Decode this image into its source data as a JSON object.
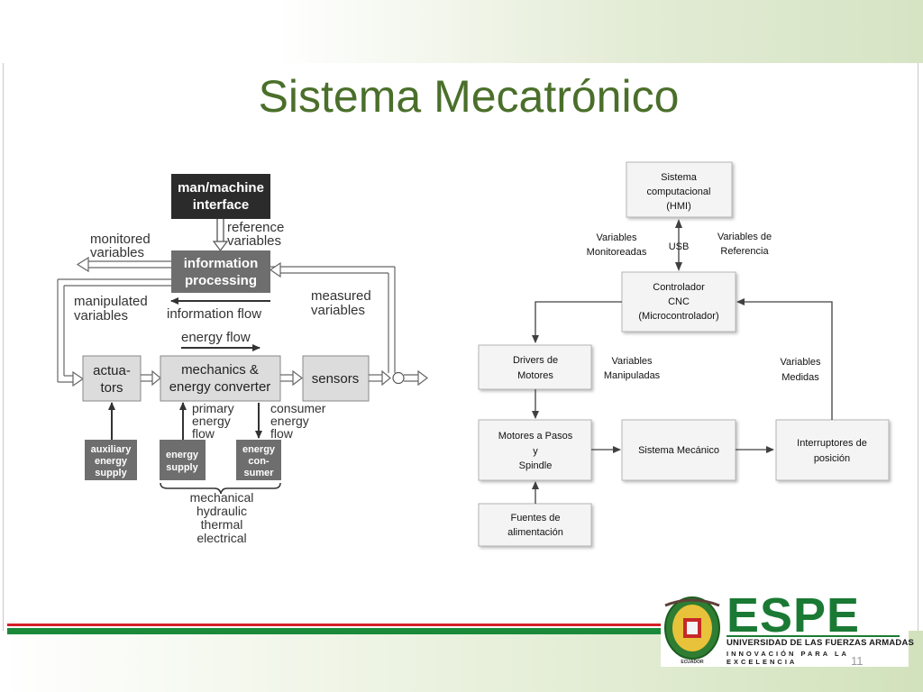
{
  "slide": {
    "title": "Sistema Mecatrónico",
    "page_number": "11"
  },
  "left_diagram": {
    "man_machine": [
      "man/machine",
      "interface"
    ],
    "reference": [
      "reference",
      "variables"
    ],
    "monitored": [
      "monitored",
      "variables"
    ],
    "info_processing": [
      "information",
      "processing"
    ],
    "manipulated": [
      "manipulated",
      "variables"
    ],
    "information_flow": "information flow",
    "measured": [
      "measured",
      "variables"
    ],
    "energy_flow": "energy flow",
    "actuators": [
      "actua-",
      "tors"
    ],
    "mechanics": [
      "mechanics &",
      "energy converter"
    ],
    "sensors": "sensors",
    "primary": [
      "primary",
      "energy",
      "flow"
    ],
    "consumer": [
      "consumer",
      "energy",
      "flow"
    ],
    "auxiliary": [
      "auxiliary",
      "energy",
      "supply"
    ],
    "energy_supply": [
      "energy",
      "supply"
    ],
    "energy_consumer": [
      "energy",
      "con-",
      "sumer"
    ],
    "domains": [
      "mechanical",
      "hydraulic",
      "thermal",
      "electrical"
    ]
  },
  "right_diagram": {
    "sistema": [
      "Sistema",
      "computacional",
      "(HMI)"
    ],
    "var_monitoreadas": [
      "Variables",
      "Monitoreadas"
    ],
    "usb": "USB",
    "var_referencia": [
      "Variables de",
      "Referencia"
    ],
    "controlador": [
      "Controlador",
      "CNC",
      "(Microcontrolador)"
    ],
    "drivers": [
      "Drivers de",
      "Motores"
    ],
    "var_manipuladas": [
      "Variables",
      "Manipuladas"
    ],
    "var_medidas": [
      "Variables",
      "Medidas"
    ],
    "motores": [
      "Motores a Pasos",
      "y",
      "Spindle"
    ],
    "sistema_mecanico": "Sistema Mecánico",
    "interruptores": [
      "Interruptores de",
      "posición"
    ],
    "fuentes": [
      "Fuentes de",
      "alimentación"
    ]
  },
  "logo": {
    "name": "ESPE",
    "subtitle": "UNIVERSIDAD DE LAS FUERZAS ARMADAS",
    "motto": "INNOVACIÓN PARA LA EXCELENCIA",
    "seal_text": [
      "ECUADOR"
    ]
  },
  "colors": {
    "title_green": "#4a6f2a",
    "espe_green": "#1a7a34",
    "accent_red": "#d61f26",
    "dark_box": "#2b2b2b",
    "mid_box": "#6e6e6e",
    "light_box": "#dcdcdc"
  }
}
